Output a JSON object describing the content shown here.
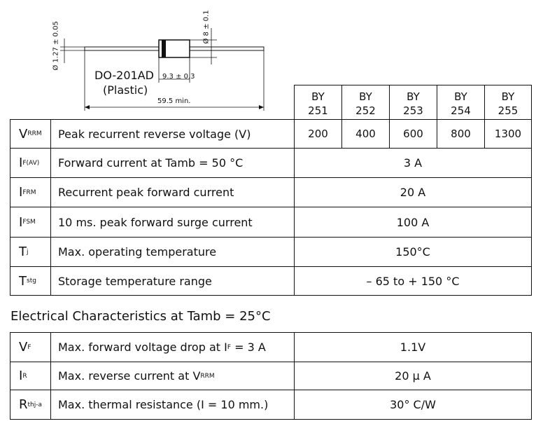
{
  "package": {
    "name": "DO-201AD",
    "material": "(Plastic)",
    "dim_lead_dia": "Ø 1.27 ± 0.05",
    "dim_body_dia": "Ø 8 ± 0.1",
    "dim_body_len": "9.3 ± 0.3",
    "dim_total_len": "59.5 min."
  },
  "models": [
    {
      "line1": "BY",
      "line2": "251"
    },
    {
      "line1": "BY",
      "line2": "252"
    },
    {
      "line1": "BY",
      "line2": "253"
    },
    {
      "line1": "BY",
      "line2": "254"
    },
    {
      "line1": "BY",
      "line2": "255"
    }
  ],
  "ratings": [
    {
      "sym": "V",
      "sub": "RRM",
      "desc": "Peak recurrent reverse voltage (V)",
      "values": [
        "200",
        "400",
        "600",
        "800",
        "1300"
      ]
    },
    {
      "sym": "I",
      "sub": "F(AV)",
      "desc": "Forward current at Tamb = 50 °C",
      "value": "3 A"
    },
    {
      "sym": "I",
      "sub": "FRM",
      "desc": "Recurrent peak forward current",
      "value": "20 A"
    },
    {
      "sym": "I",
      "sub": "FSM",
      "desc": "10 ms. peak forward surge current",
      "value": "100 A"
    },
    {
      "sym": "T",
      "sub": "j",
      "desc": "Max. operating temperature",
      "value": "150°C"
    },
    {
      "sym": "T",
      "sub": "stg",
      "desc": "Storage temperature range",
      "value": "– 65 to + 150 °C"
    }
  ],
  "electrical_title": "Electrical Characteristics at Tamb = 25°C",
  "electrical": [
    {
      "sym": "V",
      "sub": "F",
      "desc_pre": "Max. forward voltage drop at I",
      "desc_sub": "F",
      "desc_post": " = 3 A",
      "value": "1.1V"
    },
    {
      "sym": "I",
      "sub": "R",
      "desc_pre": "Max. reverse current at V",
      "desc_sub": "RRM",
      "desc_post": "",
      "value": "20 µ A"
    },
    {
      "sym": "R",
      "sub": "thj-a",
      "desc_pre": "Max. thermal resistance (I = 10 mm.)",
      "desc_sub": "",
      "desc_post": "",
      "value": "30° C/W"
    }
  ]
}
